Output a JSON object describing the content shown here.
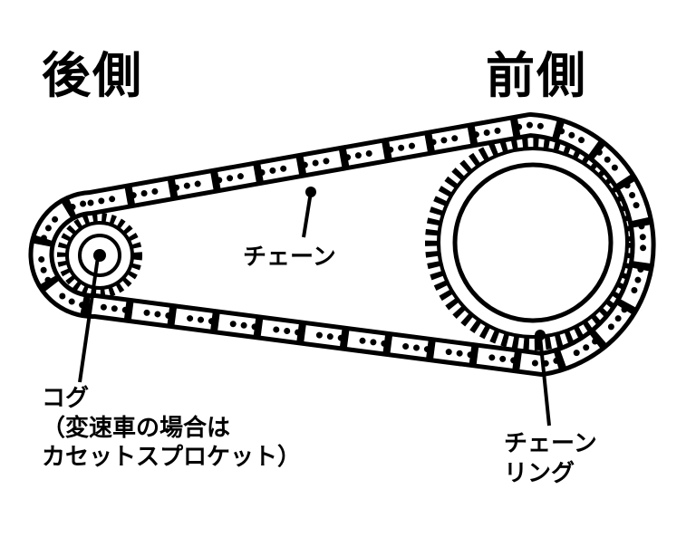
{
  "labels": {
    "rear": "後側",
    "front": "前側",
    "chain": "チェーン",
    "cog_line1": "コグ",
    "cog_line2": "（変速車の場合は",
    "cog_line3": "カセットスプロケット）",
    "chainring_line1": "チェーン",
    "chainring_line2": "リング"
  },
  "colors": {
    "ink": "#000000",
    "paper": "#ffffff"
  }
}
